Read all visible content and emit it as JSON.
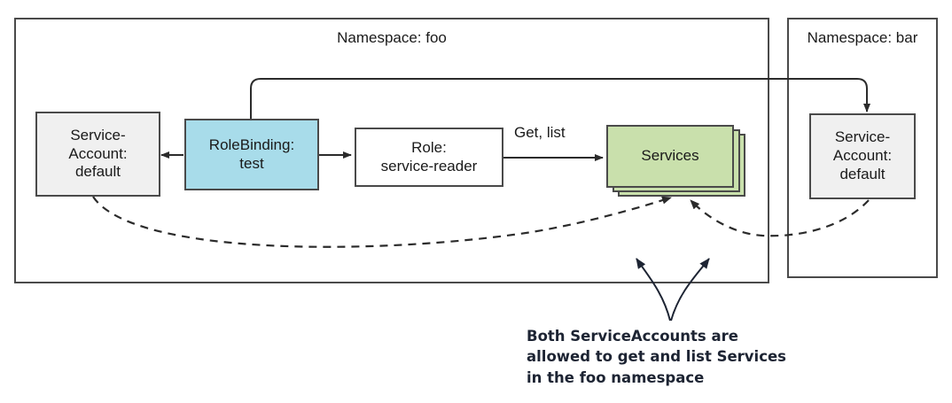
{
  "diagram": {
    "title": "Kubernetes RBAC RoleBinding across namespaces",
    "colors": {
      "frame_stroke": "#4a4a4a",
      "node_stroke": "#4a4a4a",
      "service_account_fill": "#f0f0f0",
      "rolebinding_fill": "#a8dcea",
      "role_fill": "#ffffff",
      "services_fill": "#c9e0ac",
      "text": "#1a1a1a",
      "caption_text": "#1d2433"
    },
    "namespaces": [
      {
        "label": "Namespace: foo"
      },
      {
        "label": "Namespace: bar"
      }
    ],
    "nodes": {
      "sa_foo": "Service-\nAccount:\ndefault",
      "rolebinding": "RoleBinding:\ntest",
      "role": "Role:\nservice-reader",
      "services": "Services",
      "sa_bar": "Service-\nAccount:\ndefault"
    },
    "edges": [
      {
        "name": "rolebinding-to-sa-foo",
        "label": ""
      },
      {
        "name": "rolebinding-to-role",
        "label": ""
      },
      {
        "name": "rolebinding-to-sa-bar",
        "label": ""
      },
      {
        "name": "role-to-services",
        "label": "Get, list"
      },
      {
        "name": "sa-foo-to-services-permission",
        "label": ""
      },
      {
        "name": "sa-bar-to-services-permission",
        "label": ""
      }
    ],
    "caption": "Both ServiceAccounts are\nallowed to get and list Services\nin the foo namespace"
  }
}
